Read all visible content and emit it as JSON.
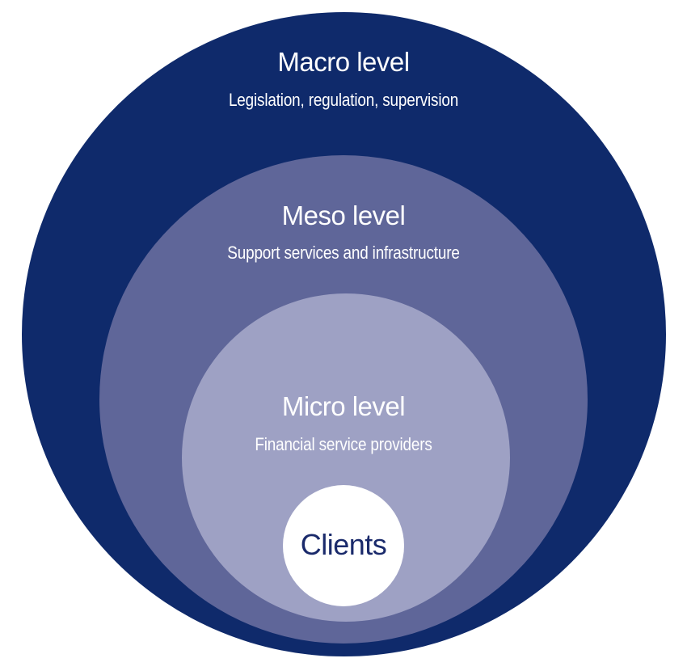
{
  "colors": {
    "macro": "#0f2a6b",
    "meso": "#5f6699",
    "micro": "#9ea1c4",
    "clients": "#ffffff",
    "clients_text": "#1a2a6b",
    "label_text": "#ffffff"
  },
  "levels": [
    {
      "id": "macro",
      "title": "Macro level",
      "subtitle": "Legislation, regulation, supervision"
    },
    {
      "id": "meso",
      "title": "Meso level",
      "subtitle": "Support services and infrastructure"
    },
    {
      "id": "micro",
      "title": "Micro level",
      "subtitle": "Financial service providers"
    }
  ],
  "core": {
    "label": "Clients"
  }
}
